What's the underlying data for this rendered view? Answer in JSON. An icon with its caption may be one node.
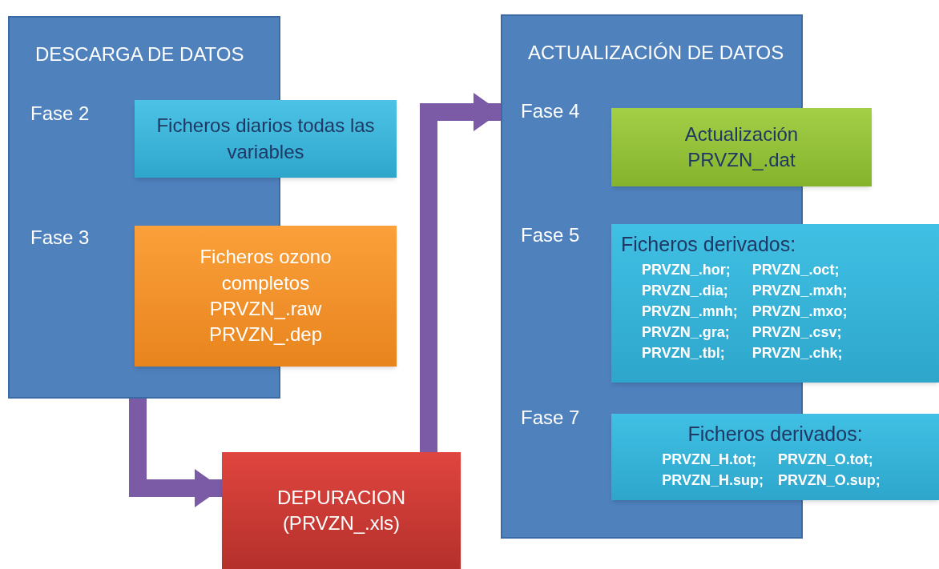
{
  "diagram": {
    "nodes": [
      {
        "text": [
          "DESCARGA DE DATOS"
        ]
      },
      {
        "text": [
          "Ficheros diarios todas las variables"
        ]
      },
      {
        "text": [
          "Ficheros ozono completos",
          "PRVZN_.raw",
          "PRVZN_.dep"
        ]
      },
      {
        "text": [
          "DEPURACION",
          "(PRVZN_.xls)"
        ]
      },
      {
        "text": [
          "ACTUALIZACIÓN DE DATOS"
        ]
      },
      {
        "text": [
          "Actualización",
          "PRVZN_.dat"
        ]
      },
      {
        "text": [
          "Ficheros derivados:",
          "PRVZN_.hor;",
          "PRVZN_.oct;",
          "PRVZN_.dia;",
          "PRVZN_.mxh;",
          "PRVZN_.mnh;",
          "PRVZN_.mxo;",
          "PRVZN_.gra;",
          "PRVZN_.csv;",
          "PRVZN_.tbl;",
          "PRVZN_.chk;"
        ]
      },
      {
        "text": [
          "Ficheros derivados:",
          "PRVZN_H.tot;",
          "PRVZN_O.tot;",
          "PRVZN_H.sup;",
          "PRVZN_O.sup;"
        ]
      }
    ],
    "edges": [
      {
        "from": 0,
        "to": 3,
        "arrow": "to"
      },
      {
        "from": 3,
        "to": 4,
        "arrow": "to"
      }
    ],
    "labels": [
      "Fase 2",
      "Fase 3",
      "Fase 4",
      "Fase 5",
      "Fase 7"
    ]
  }
}
